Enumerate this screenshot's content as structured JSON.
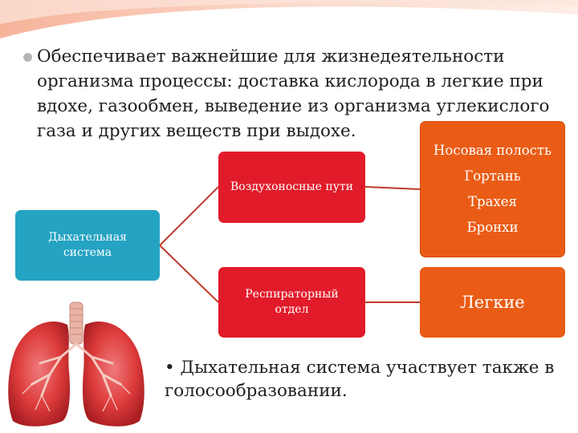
{
  "main_bullet": "Обеспечивает важнейшие для жизнедеятельности организма процессы: доставка кислорода в легкие при вдохе, газообмен, выведение из организма углекислого газа и других веществ при выдохе.",
  "diagram": {
    "root": "Дыхательная\nсистема",
    "branch_airways": "Воздухоносные пути",
    "branch_respiratory": "Респираторный\nотдел",
    "airways_items": [
      "Носовая полость",
      "Гортань",
      "Трахея",
      "Бронхи"
    ],
    "respiratory_item": "Легкие"
  },
  "bottom_bullet": "• Дыхательная система участвует также в голосообразовании.",
  "colors": {
    "blue": "#25a3c3",
    "red": "#e11b2a",
    "orange": "#ea5c16",
    "connector": "#c0392b"
  },
  "illustration": "lungs-icon"
}
